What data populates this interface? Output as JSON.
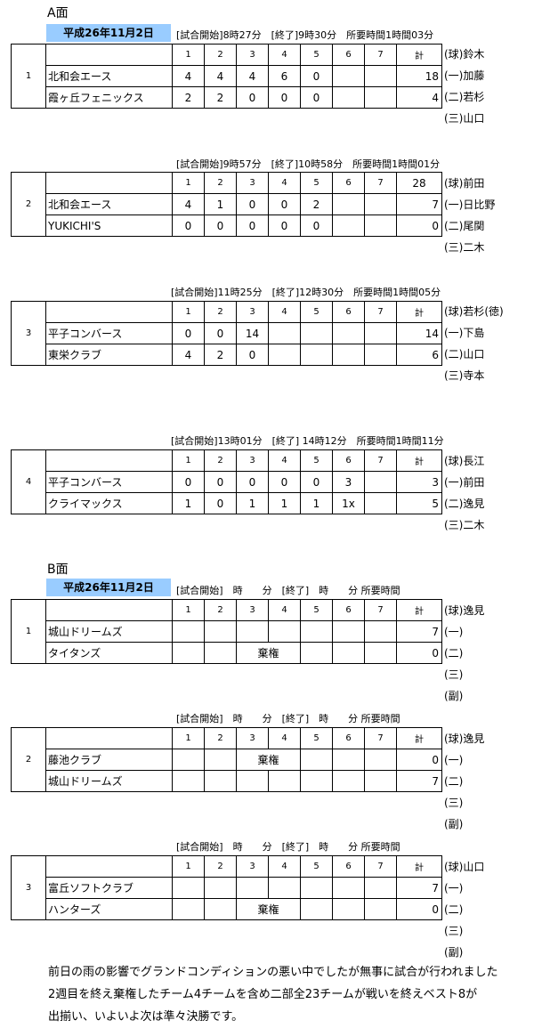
{
  "sections": [
    {
      "face_label": "A面",
      "date": "平成26年11月2日",
      "header_labels": [
        "1",
        "2",
        "3",
        "4",
        "5",
        "6",
        "7",
        "計"
      ],
      "games": [
        {
          "no": "1",
          "info": "[試合開始]8時27分　[終了]9時30分　所要時間1時間03分",
          "rows": [
            {
              "team": "北和会エース",
              "innings": [
                "4",
                "4",
                "4",
                "6",
                "0",
                "",
                ""
              ],
              "total": "18"
            },
            {
              "team": "霞ヶ丘フェニックス",
              "innings": [
                "2",
                "2",
                "0",
                "0",
                "0",
                "",
                ""
              ],
              "total": "4"
            }
          ],
          "umpires": [
            "(球)鈴木",
            "(一)加藤",
            "(二)若杉",
            "(三)山口"
          ]
        },
        {
          "no": "2",
          "info": "[試合開始]9時57分　[終了]10時58分　所要時間1時間01分",
          "rows": [
            {
              "team": "北和会エース",
              "innings": [
                "4",
                "1",
                "0",
                "0",
                "2",
                "",
                ""
              ],
              "total": "7"
            },
            {
              "team": "YUKICHI'S",
              "innings": [
                "0",
                "0",
                "0",
                "0",
                "0",
                "",
                ""
              ],
              "total": "0"
            }
          ],
          "header_total": "28",
          "umpires": [
            "(球)前田",
            "(一)日比野",
            "(二)尾関",
            "(三)二木"
          ]
        },
        {
          "no": "3",
          "info": "[試合開始]11時25分　[終了]12時30分　所要時間1時間05分",
          "rows": [
            {
              "team": "平子コンバース",
              "innings": [
                "0",
                "0",
                "14",
                "",
                "",
                "",
                ""
              ],
              "total": "14"
            },
            {
              "team": "東栄クラブ",
              "innings": [
                "4",
                "2",
                "0",
                "",
                "",
                "",
                ""
              ],
              "total": "6"
            }
          ],
          "umpires": [
            "(球)若杉(徳)",
            "(一)下島",
            "(二)山口",
            "(三)寺本"
          ]
        },
        {
          "no": "4",
          "info": "[試合開始]13時01分　[終了] 14時12分　所要時間1時間11分",
          "rows": [
            {
              "team": "平子コンバース",
              "innings": [
                "0",
                "0",
                "0",
                "0",
                "0",
                "3",
                ""
              ],
              "total": "3"
            },
            {
              "team": "クライマックス",
              "innings": [
                "1",
                "0",
                "1",
                "1",
                "1",
                "1x",
                ""
              ],
              "total": "5"
            }
          ],
          "umpires": [
            "(球)長江",
            "(一)前田",
            "(二)逸見",
            "(三)二木"
          ]
        }
      ]
    },
    {
      "face_label": "B面",
      "date": "平成26年11月2日",
      "header_labels": [
        "1",
        "2",
        "3",
        "4",
        "5",
        "6",
        "7",
        "計"
      ],
      "forfeit_label": "棄権",
      "games": [
        {
          "no": "1",
          "info": "[試合開始]　時　　分　[終了]　時　　分 所要時間",
          "rows": [
            {
              "team": "城山ドリームズ",
              "total": "7"
            },
            {
              "team": "タイタンズ",
              "total": "0",
              "forfeit": true
            }
          ],
          "umpires": [
            "(球)逸見",
            "(一)",
            "(二)",
            "(三)",
            "(副)"
          ]
        },
        {
          "no": "2",
          "info": "[試合開始]　時　　分　[終了]　時　　分 所要時間",
          "rows": [
            {
              "team": "藤池クラブ",
              "total": "0",
              "forfeit": true
            },
            {
              "team": "城山ドリームズ",
              "total": "7"
            }
          ],
          "umpires": [
            "(球)逸見",
            "(一)",
            "(二)",
            "(三)",
            "(副)"
          ]
        },
        {
          "no": "3",
          "info": "[試合開始]　時　　分　[終了]　時　　分 所要時間",
          "rows": [
            {
              "team": "富丘ソフトクラブ",
              "total": "7"
            },
            {
              "team": "ハンターズ",
              "total": "0",
              "forfeit": true
            }
          ],
          "umpires": [
            "(球)山口",
            "(一)",
            "(二)",
            "(三)",
            "(副)"
          ]
        }
      ]
    }
  ],
  "note_lines": [
    "前日の雨の影響でグランドコンディションの悪い中でしたが無事に試合が行われました",
    "2週目を終え棄権したチーム4チームを含め二部全23チームが戦いを終えベスト8が",
    "出揃い、いよいよ次は準々決勝です。"
  ]
}
